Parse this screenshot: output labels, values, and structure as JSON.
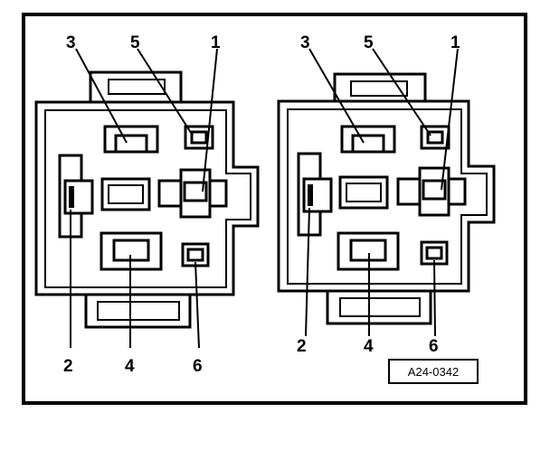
{
  "connectors": [
    {
      "name": "left",
      "pins": {
        "p1": "1",
        "p2": "2",
        "p3": "3",
        "p4": "4",
        "p5": "5",
        "p6": "6"
      }
    },
    {
      "name": "right",
      "pins": {
        "p1": "1",
        "p2": "2",
        "p3": "3",
        "p4": "4",
        "p5": "5",
        "p6": "6"
      }
    }
  ],
  "reference_code": "A24-0342",
  "colors": {
    "line": "#000000",
    "background": "#ffffff"
  }
}
